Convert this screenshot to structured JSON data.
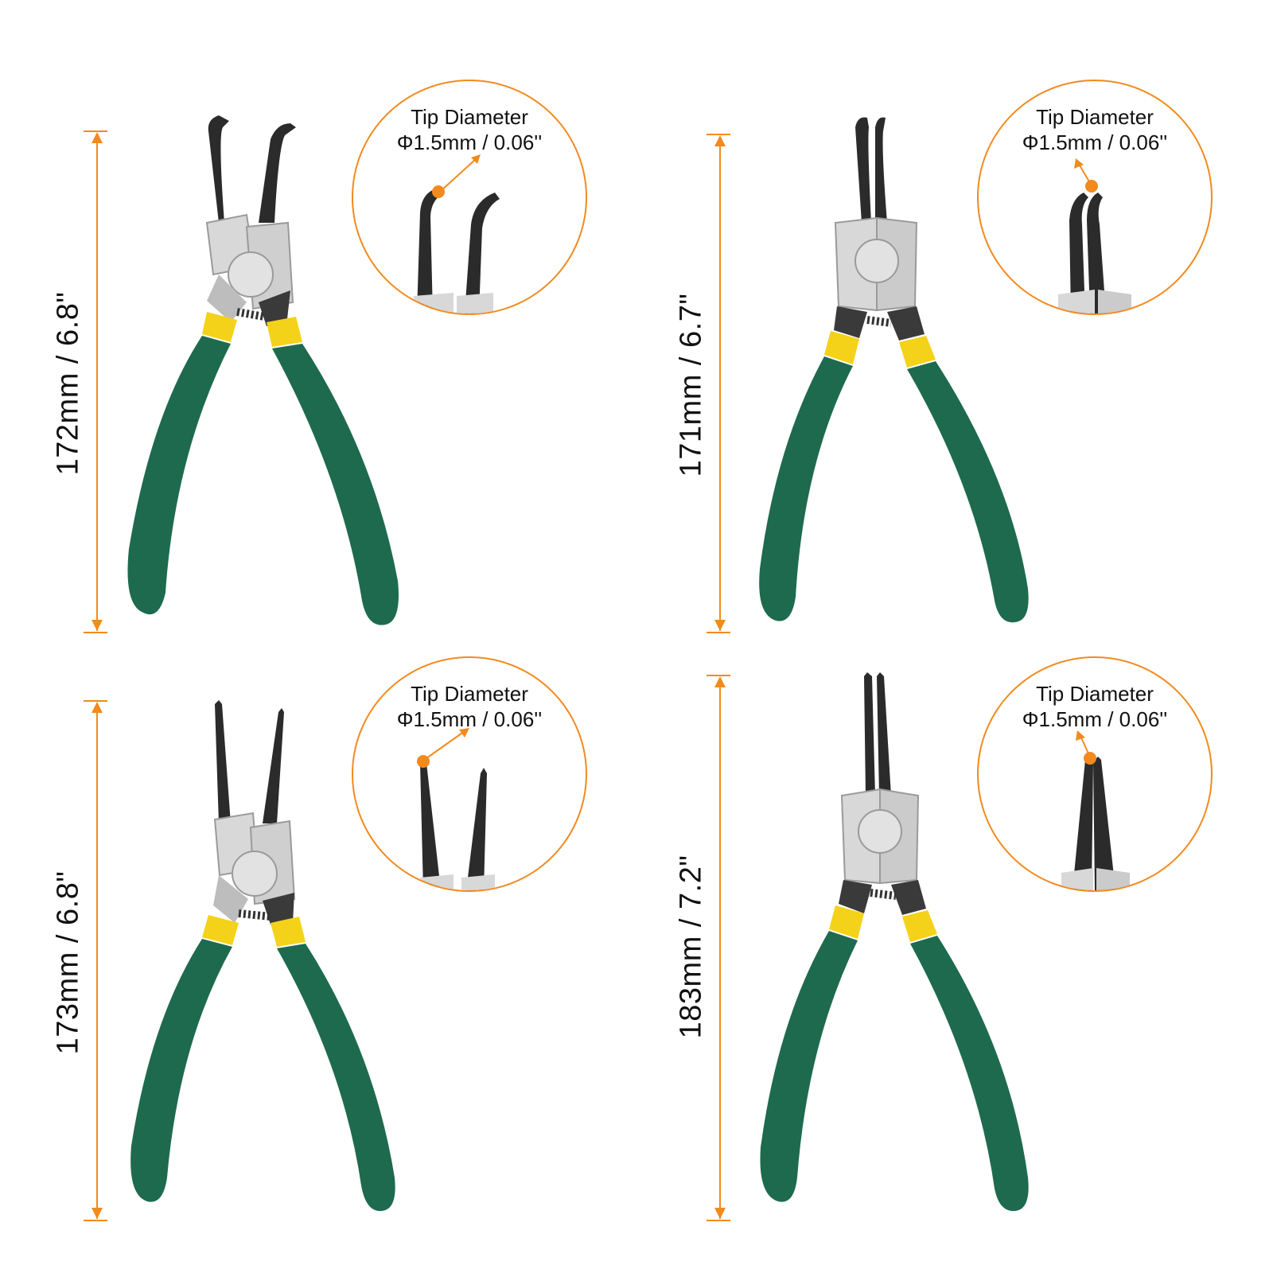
{
  "colors": {
    "accent": "#f28a1e",
    "handle": "#1e6a4f",
    "band": "#f4d21a",
    "steel": "#d8d8d8",
    "jaw": "#2b2b2b"
  },
  "panels": [
    {
      "length_label": "172mm / 6.8\"",
      "tip_title": "Tip Diameter",
      "tip_value": "Φ1.5mm / 0.06''",
      "tip_style": "internal-bent"
    },
    {
      "length_label": "171mm / 6.7\"",
      "tip_title": "Tip Diameter",
      "tip_value": "Φ1.5mm / 0.06''",
      "tip_style": "external-bent"
    },
    {
      "length_label": "173mm / 6.8\"",
      "tip_title": "Tip Diameter",
      "tip_value": "Φ1.5mm / 0.06''",
      "tip_style": "internal-straight"
    },
    {
      "length_label": "183mm / 7.2\"",
      "tip_title": "Tip Diameter",
      "tip_value": "Φ1.5mm / 0.06''",
      "tip_style": "external-straight"
    }
  ]
}
